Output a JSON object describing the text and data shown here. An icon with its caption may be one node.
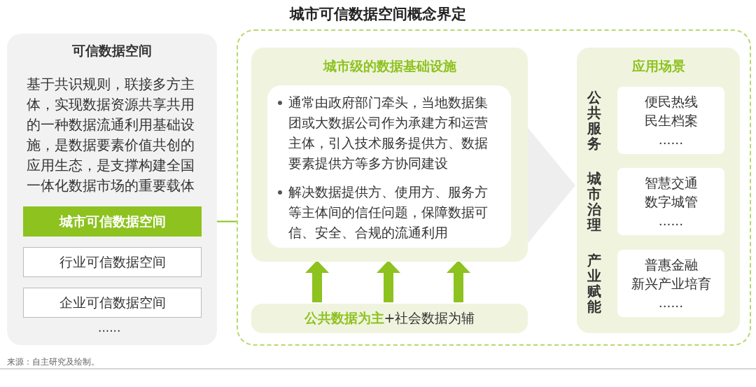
{
  "diagram": {
    "title": "城市可信数据空间概念界定",
    "nodes": [
      {
        "text": [
          "可信数据空间",
          "基于共识规则，联接多方主体，实现数据资源共享共用的一种数据流通利用基础设施，是数据要素价值共创的应用生态，是支撑构建全国一体化数据市场的重要载体"
        ]
      },
      {
        "text": [
          "城市可信数据空间"
        ],
        "in": 0
      },
      {
        "text": [
          "行业可信数据空间"
        ],
        "in": 0
      },
      {
        "text": [
          "企业可信数据空间"
        ],
        "in": 0
      },
      {
        "text": [],
        "shape": "box"
      },
      {
        "text": [
          "城市级的数据基础设施"
        ],
        "in": 4
      },
      {
        "text": [
          "通常由政府部门牵头，当地数据集团或大数据公司作为承建方和运营主体，引入技术服务提供方、数据要素提供方等多方协同建设",
          "解决数据提供方、使用方、服务方等主体间的信任问题，保障数据可信、安全、合规的流通利用"
        ],
        "in": 5
      },
      {
        "text": [
          "**公共数据为主**+社会数据为辅"
        ],
        "in": 4
      },
      {
        "text": [
          "应用场景"
        ],
        "in": 4
      },
      {
        "text": [
          "便民热线",
          "民生档案",
          "......"
        ],
        "beside": [
          "公共服务"
        ],
        "in": 8
      },
      {
        "text": [
          "智慧交通",
          "数字城管",
          "......"
        ],
        "beside": [
          "城市治理"
        ],
        "in": 8
      },
      {
        "text": [
          "普惠金融",
          "新兴产业培育",
          "......"
        ],
        "beside": [
          "产业赋能"
        ],
        "in": 8
      }
    ],
    "edges": [
      {
        "from": 1,
        "to": 4,
        "arrow": "none",
        "color": "#8dc21f"
      },
      {
        "from": 7,
        "to": 5,
        "arrow": "to",
        "style": "thick",
        "color": "#8dc21f"
      },
      {
        "from": 7,
        "to": 5,
        "arrow": "to",
        "style": "thick",
        "color": "#8dc21f"
      },
      {
        "from": 7,
        "to": 5,
        "arrow": "to",
        "style": "thick",
        "color": "#8dc21f"
      },
      {
        "from": 5,
        "to": 8,
        "arrow": "to",
        "style": "thick",
        "color": "#eeeeee"
      }
    ],
    "labels": [
      "......",
      "来源：自主研究及绘制。"
    ]
  }
}
